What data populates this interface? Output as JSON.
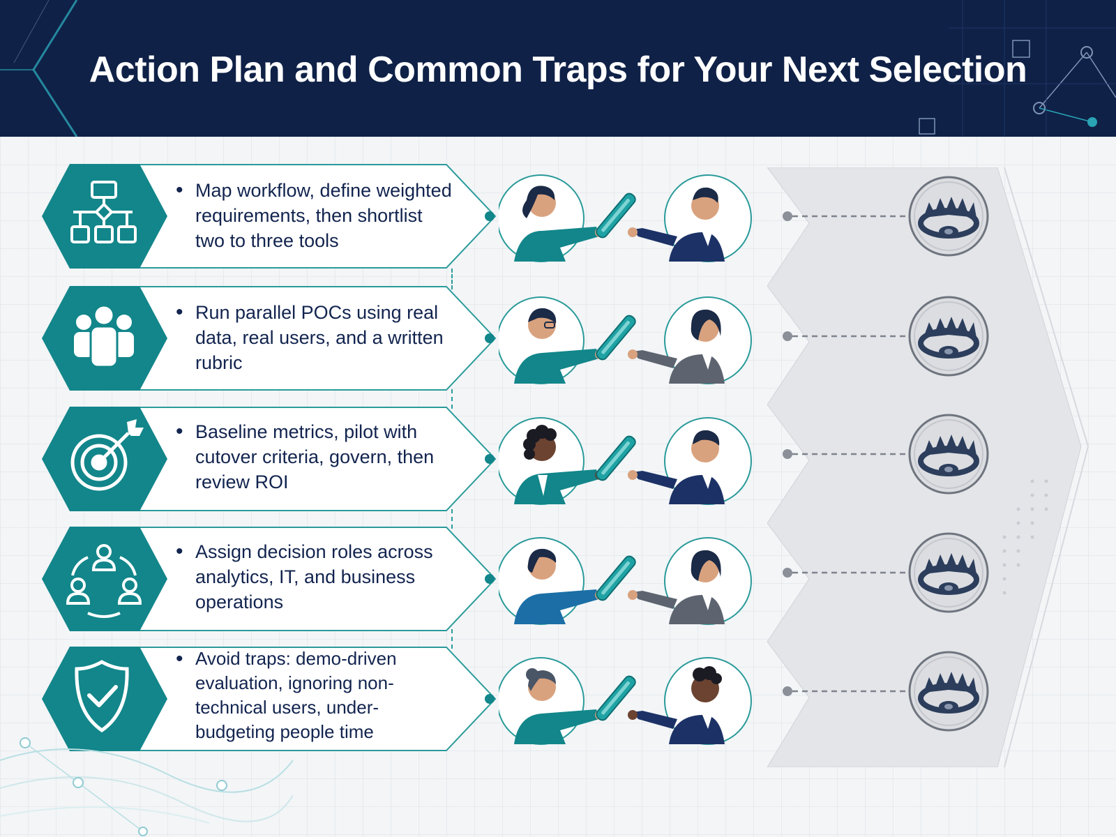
{
  "title": "Action Plan and Common Traps for Your Next Selection",
  "colors": {
    "navy": "#0f2147",
    "teal": "#12868a",
    "teal_light": "#1fa2a4",
    "grey_arrow": "#e4e5e8",
    "trap": "#2c3e5c"
  },
  "steps": [
    {
      "icon": "flowchart-icon",
      "text": "Map workflow, define weighted requirements, then shortlist two to three tools"
    },
    {
      "icon": "team-icon",
      "text": "Run parallel POCs using real data, real users, and a written rubric"
    },
    {
      "icon": "target-icon",
      "text": "Baseline metrics, pilot with cutover criteria, govern, then review ROI"
    },
    {
      "icon": "roles-cycle-icon",
      "text": "Assign decision roles across analytics, IT, and business operations"
    },
    {
      "icon": "shield-check-icon",
      "text": "Avoid traps: demo-driven evaluation, ignoring non-technical users, under-budgeting people time"
    }
  ]
}
